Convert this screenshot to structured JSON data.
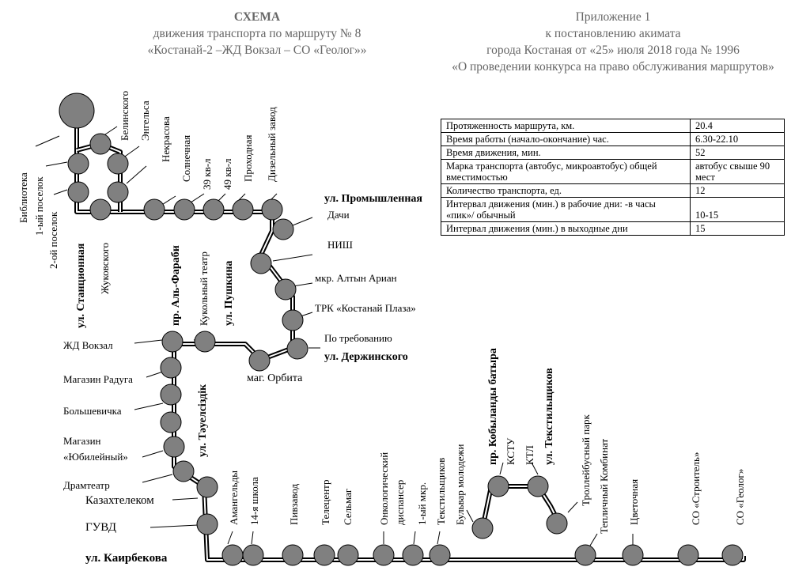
{
  "header_left": {
    "title": "СХЕМА",
    "line1": "движения  транспорта по маршруту № 8",
    "line2": "«Костанай-2 –ЖД Вокзал – СО «Геолог»»"
  },
  "header_right": {
    "line1": "Приложение 1",
    "line2": "к  постановлению акимата",
    "line3": "города Костаная от «25» июля 2018 года № 1996",
    "line4": "«О проведении конкурса на право обслуживания маршрутов»"
  },
  "info_table": [
    {
      "label": "Протяженность маршрута, км.",
      "value": "20.4"
    },
    {
      "label": "Время работы (начало-окончание) час.",
      "value": "6.30-22.10"
    },
    {
      "label": "Время движения, мин.",
      "value": "52"
    },
    {
      "label": "Марка транспорта (автобус, микроавтобус) общей вместимостью",
      "value": "автобус свыше 90 мест"
    },
    {
      "label": "Количество транспорта, ед.",
      "value": "12"
    },
    {
      "label": "Интервал движения (мин.) в рабочие дни: -в часы «пик»/ обычный",
      "value": "10-15"
    },
    {
      "label": "Интервал движения (мин.) в выходные дни",
      "value": "15"
    }
  ],
  "streets": {
    "stantsionnaya": "ул. Станционная",
    "al_farabi": "пр. Аль-Фараби",
    "pushkina": "ул. Пушкина",
    "promyshlennaya": "ул. Промышленная",
    "derzhinskogo": "ул. Держинского",
    "tauelsizdik": "ул. Тәуелсіздік",
    "kairbekova": "ул. Каирбекова",
    "kobylandy": "пр. Кобыланды батыра",
    "tekstilshchikov": "ул. Текстильщиков"
  },
  "stops": {
    "biblioteka": "Библиотека",
    "poselok1": "1-ый поселок",
    "poselok2": "2-ой поселок",
    "belinskogo": "Белинского",
    "engelsa": "Энгельса",
    "zhukovskogo": "Жуковского",
    "nekrasova": "Некрасова",
    "solnechnaya": "Солнечная",
    "kv39": "39 кв-л",
    "kv49": "49 кв-л",
    "prokhodnaya": "Проходная",
    "dizelny": "Дизельный завод",
    "dachi": "Дачи",
    "nish": "НИШ",
    "altyn": "мкр. Алтын Ариан",
    "trk": "ТРК «Костанай Плаза»",
    "po_treb": "По требованию",
    "orbita": "маг. Орбита",
    "kukolny": "Кукольный театр",
    "zhd": "ЖД Вокзал",
    "raduga": "Магазин  Радуга",
    "bolshevichka": "Большевичка",
    "yubileyny_1": "Магазин",
    "yubileyny_2": "«Юбилейный»",
    "dramteatr": "Драмтеатр",
    "kazakhtelecom": "Казахтелеком",
    "guvd": "ГУВД",
    "amangeldy": "Амангельды",
    "shkola14": "14-я школа",
    "pivzavod": "Пивзавод",
    "telecentr": "Телецентр",
    "selmag": "Сельмаг",
    "onko_1": "Онкологический",
    "onko_2": "диспансер",
    "mkr1": "1-ый мкр.",
    "tekstilshchikov": "Текстильщиков",
    "bulvar": "Бульвар молодежи",
    "kstu": "КСТУ",
    "ktl": "КТЛ",
    "trolleybus": "Троллейбусный парк",
    "teplichny": "Тепличный  Комбинат",
    "tsvetochnaya": "Цветочная",
    "stroitel": "СО «Строитель»",
    "geolog": "СО «Геолог»"
  }
}
